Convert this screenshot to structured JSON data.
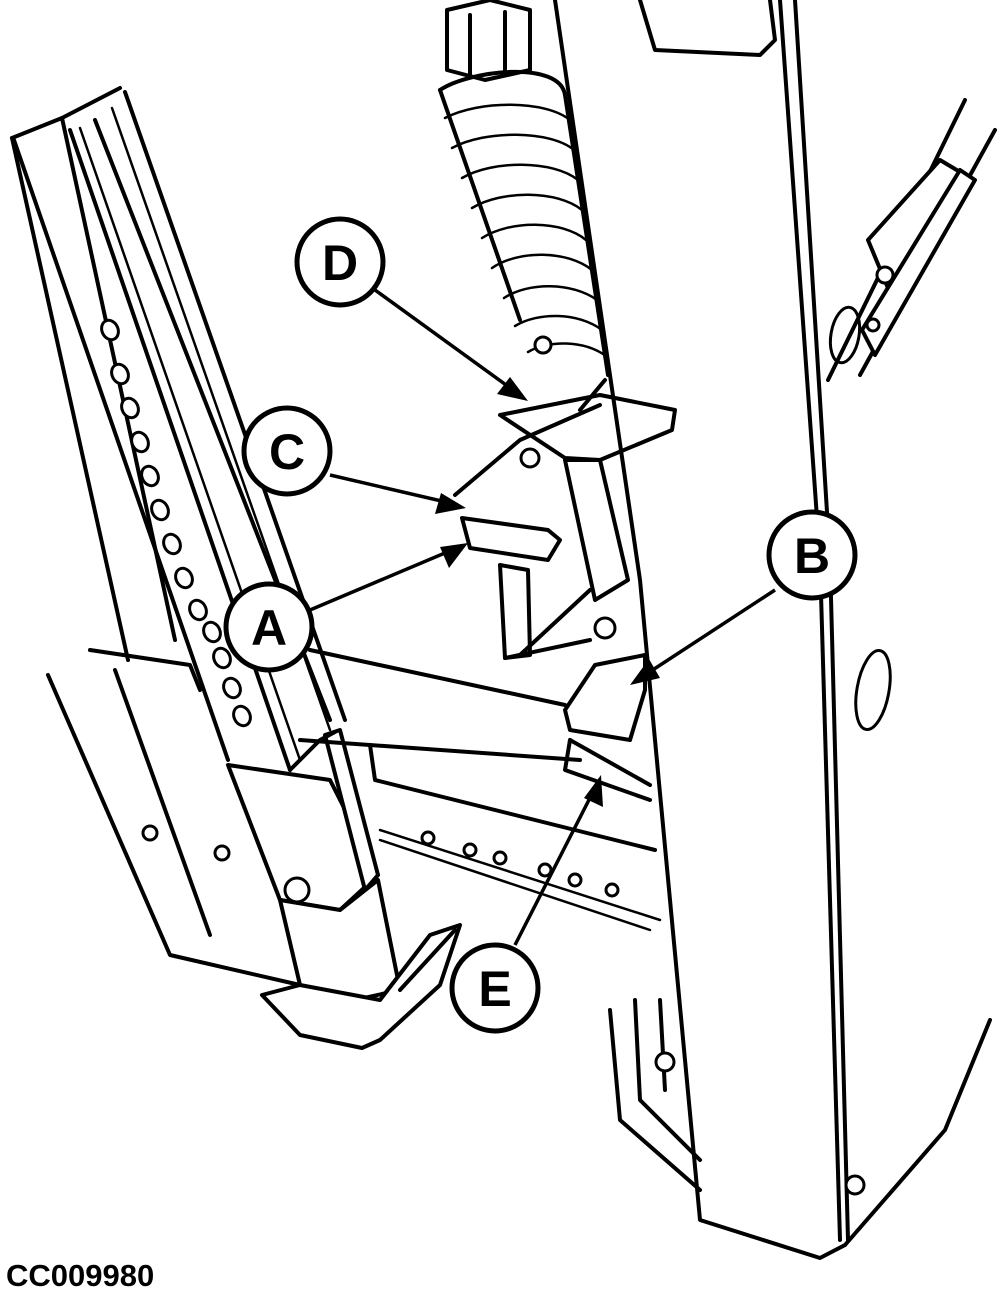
{
  "figure": {
    "id": "CC009980"
  },
  "callouts": [
    {
      "key": "a",
      "letter": "A"
    },
    {
      "key": "b",
      "letter": "B"
    },
    {
      "key": "c",
      "letter": "C"
    },
    {
      "key": "d",
      "letter": "D"
    },
    {
      "key": "e",
      "letter": "E"
    }
  ]
}
